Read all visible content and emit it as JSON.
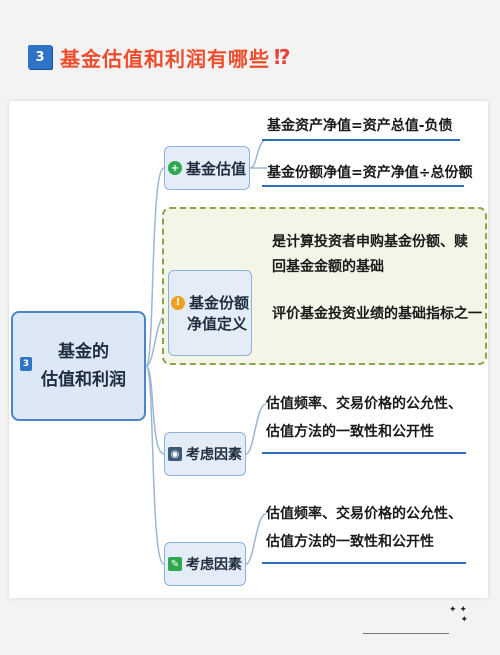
{
  "header": {
    "badge": "3",
    "title": "基金估值和利润有哪些",
    "mark": "⁉"
  },
  "mindmap": {
    "root": {
      "badge": "3",
      "text": "基金的\n估值和利润"
    },
    "branches": [
      {
        "label": "基金估值",
        "icon": "plus-circle-icon",
        "icon_color": "#2fa84f",
        "leaves": [
          "基金资产净值=资产总值-负债",
          "基金份额净值=资产净值÷总份额"
        ]
      },
      {
        "label_line1": "基金份额",
        "label_line2": "净值定义",
        "icon": "warning-circle-icon",
        "icon_color": "#f0a020",
        "leaves": [
          "是计算投资者申购基金份额、赎回基金金额的基础",
          "评价基金投资业绩的基础指标之一"
        ]
      },
      {
        "label": "考虑因素",
        "icon": "speech-bubble-icon",
        "icon_color": "#3c5a7a",
        "leaves": [
          "估值频率、交易价格的公允性、估值方法的一致性和公开性"
        ]
      },
      {
        "label": "考虑因素",
        "icon": "pencil-icon",
        "icon_color": "#2fa84f",
        "leaves": [
          "估值频率、交易价格的公允性、估值方法的一致性和公开性"
        ]
      }
    ]
  },
  "colors": {
    "title": "#ee4d2d",
    "accent": "#2f73c9",
    "node_fill": "#e3ecf7",
    "dotted_border": "#8aa448"
  }
}
